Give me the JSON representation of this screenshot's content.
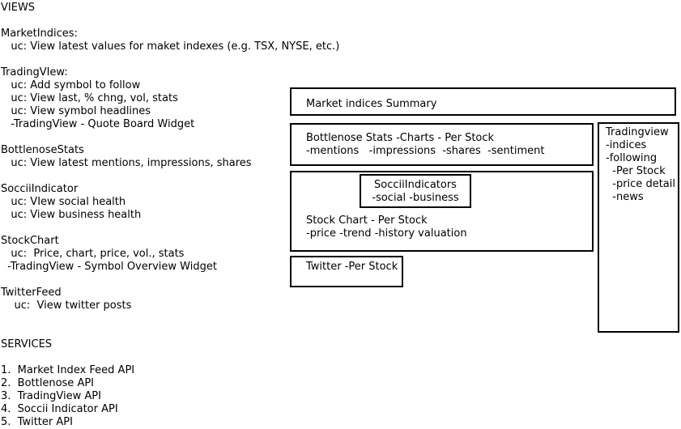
{
  "views": {
    "heading": "VIEWS",
    "groups": [
      {
        "title": "MarketIndices:",
        "lines": [
          "   uc: View latest values for maket indexes (e.g. TSX, NYSE, etc.)"
        ]
      },
      {
        "title": "TradingVIew:",
        "lines": [
          "   uc: Add symbol to follow",
          "   uc: View last, % chng, vol, stats",
          "   uc: View symbol headlines",
          "   -TradingView - Quote Board Widget"
        ]
      },
      {
        "title": "BottlenoseStats",
        "lines": [
          "   uc: View latest mentions, impressions, shares"
        ]
      },
      {
        "title": "SocciiIndicator",
        "lines": [
          "   uc: VIew social health",
          "   uc: View business health"
        ]
      },
      {
        "title": "StockChart",
        "lines": [
          "   uc:  Price, chart, price, vol., stats",
          "  -TradingView - Symbol Overview Widget"
        ]
      },
      {
        "title": "TwitterFeed",
        "lines": [
          "    uc:  View twitter posts"
        ]
      }
    ]
  },
  "services": {
    "heading": "SERVICES",
    "items": [
      "1.  Market Index Feed API",
      "2.  Bottlenose API",
      "3.  TradingView API",
      "4.  Soccii Indicator API",
      "5.  Twitter API"
    ]
  },
  "wireframe": {
    "market_box": {
      "title": "Market indices Summary"
    },
    "bottlenose_box": {
      "line1": "Bottlenose Stats -Charts - Per Stock",
      "line2": "-mentions   -impressions  -shares  -sentiment"
    },
    "soccii_box": {
      "line1": "SocciiIndicators",
      "line2": "-social -business"
    },
    "stockchart_box": {
      "line1": "Stock Chart - Per Stock",
      "line2": "-price -trend -history valuation"
    },
    "twitter_box": {
      "title": "Twitter -Per Stock"
    },
    "tradingview_panel": {
      "lines": [
        "Tradingview",
        "-indices",
        "-following",
        "  -Per Stock",
        "  -price detail",
        "  -news"
      ]
    }
  },
  "colors": {
    "background": "#ffffff",
    "text": "#000000",
    "box_border": "#000000"
  }
}
